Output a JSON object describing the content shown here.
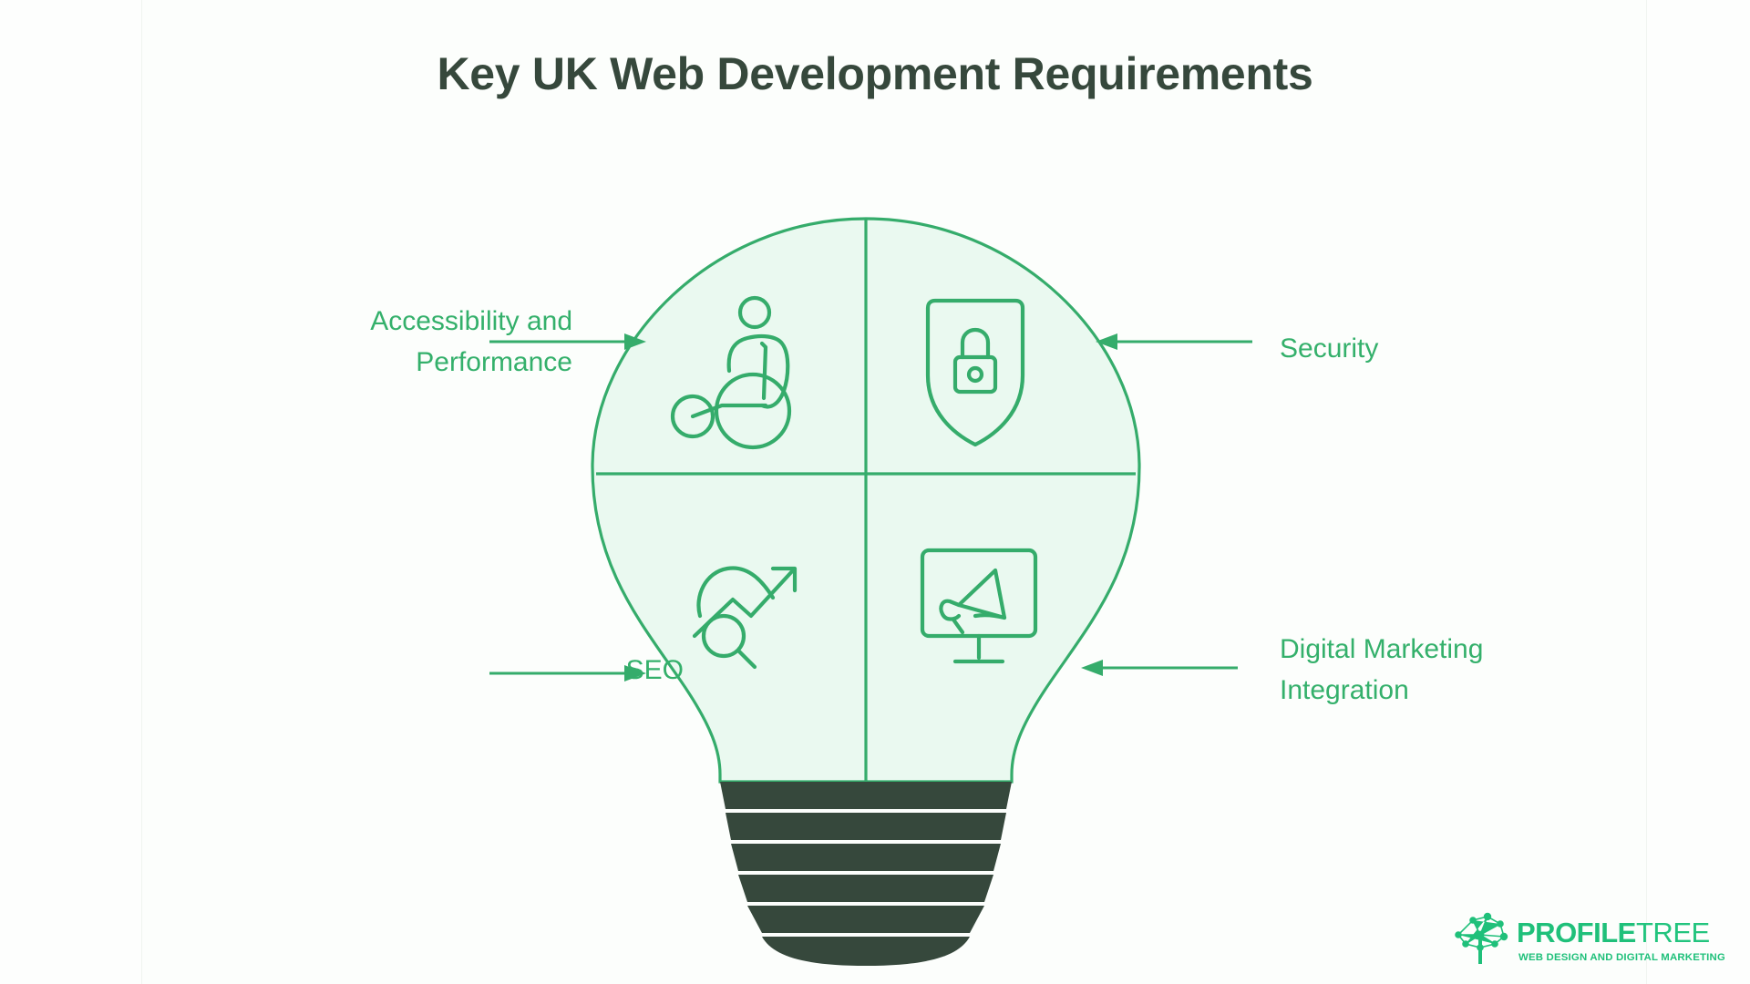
{
  "page": {
    "title": "Key UK Web Development Requirements",
    "background_color": "#fdfefd"
  },
  "colors": {
    "title_text": "#36483c",
    "accent_green": "#34b06b",
    "bulb_stroke": "#35ac6b",
    "bulb_fill": "#eaf9f0",
    "bulb_base": "#36483c",
    "logo_green": "#1fc07a"
  },
  "diagram": {
    "type": "lightbulb-quadrant",
    "center_label": "",
    "quadrants": [
      {
        "position": "top-left",
        "icon": "wheelchair-accessibility-icon",
        "label": "Accessibility and\nPerformance",
        "label_side": "left",
        "arrow_direction": "right"
      },
      {
        "position": "top-right",
        "icon": "shield-lock-icon",
        "label": "Security",
        "label_side": "right",
        "arrow_direction": "left"
      },
      {
        "position": "bottom-left",
        "icon": "trending-search-icon",
        "label": "SEO",
        "label_side": "left",
        "arrow_direction": "right"
      },
      {
        "position": "bottom-right",
        "icon": "monitor-megaphone-icon",
        "label": "Digital Marketing\nIntegration",
        "label_side": "right",
        "arrow_direction": "left"
      }
    ]
  },
  "labels": {
    "accessibility": "Accessibility and\nPerformance",
    "security": "Security",
    "seo": "SEO",
    "digital_marketing": "Digital Marketing\nIntegration"
  },
  "logo": {
    "name_bold": "PROFILE",
    "name_light": "TREE",
    "tagline_part1": "WEB DESIGN ",
    "tagline_part2": "AND ",
    "tagline_part3": "DIGITAL MARKETING",
    "tagline": "WEB DESIGN AND DIGITAL MARKETING",
    "icon": "network-tree-icon"
  }
}
